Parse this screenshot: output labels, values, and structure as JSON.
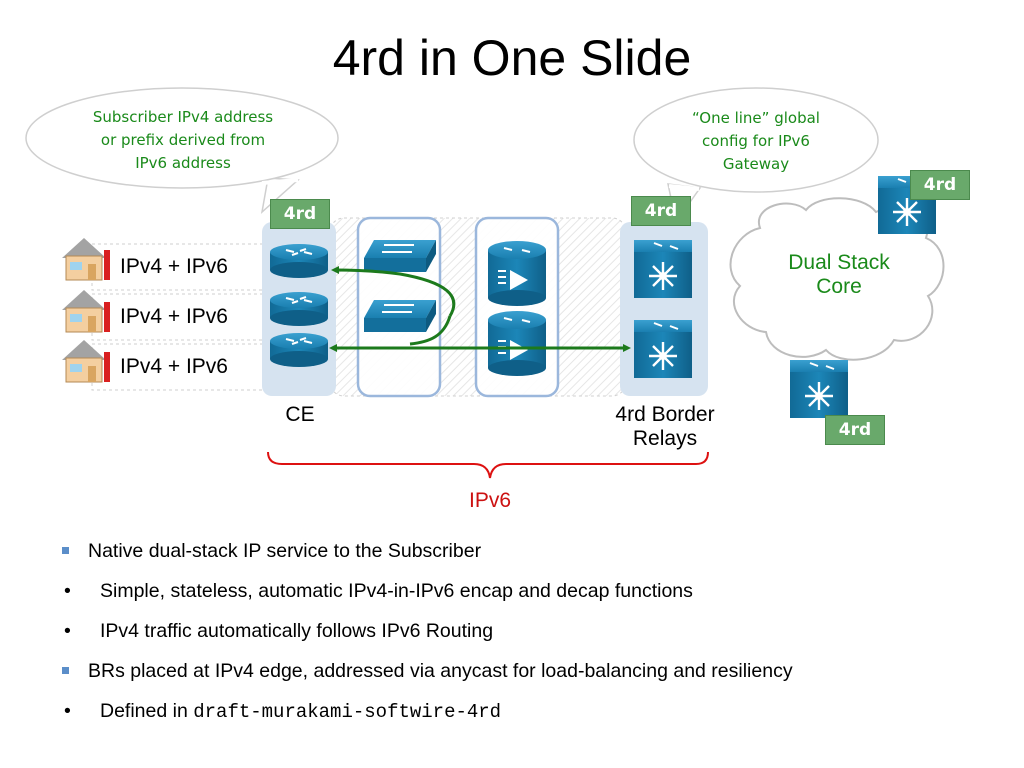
{
  "slide": {
    "title": "4rd in One Slide"
  },
  "callouts": {
    "left": [
      "Subscriber IPv4 address",
      "or prefix derived from",
      "IPv6 address"
    ],
    "right": [
      "“One line” global",
      "config for IPv6",
      "Gateway"
    ]
  },
  "badges": {
    "ce": "4rd",
    "br": "4rd",
    "core_top": "4rd",
    "core_bottom": "4rd"
  },
  "hosts": [
    {
      "label": "IPv4 + IPv6"
    },
    {
      "label": "IPv4 + IPv6"
    },
    {
      "label": "IPv4 + IPv6"
    }
  ],
  "labels": {
    "ce": "CE",
    "br_line1": "4rd Border",
    "br_line2": "Relays",
    "core_line1": "Dual Stack",
    "core_line2": "Core",
    "ipv6": "IPv6"
  },
  "colors": {
    "accent_green": "#1a8a1a",
    "badge_green": "#69a96b",
    "ipv6_red": "#cc1111",
    "device_blue": "#1a7fb0",
    "bullet_blue": "#5b8ec9"
  },
  "bullets": [
    {
      "marker": "square",
      "text": "Native dual-stack IP service to the Subscriber"
    },
    {
      "marker": "dot",
      "text": "Simple, stateless, automatic IPv4-in-IPv6 encap and decap functions"
    },
    {
      "marker": "dot",
      "text": "IPv4 traffic automatically follows IPv6 Routing"
    },
    {
      "marker": "square",
      "text": "BRs placed at IPv4 edge, addressed via anycast for load-balancing and resiliency"
    },
    {
      "marker": "dot",
      "text": "Defined in ",
      "code": "draft-murakami-softwire-4rd"
    }
  ]
}
